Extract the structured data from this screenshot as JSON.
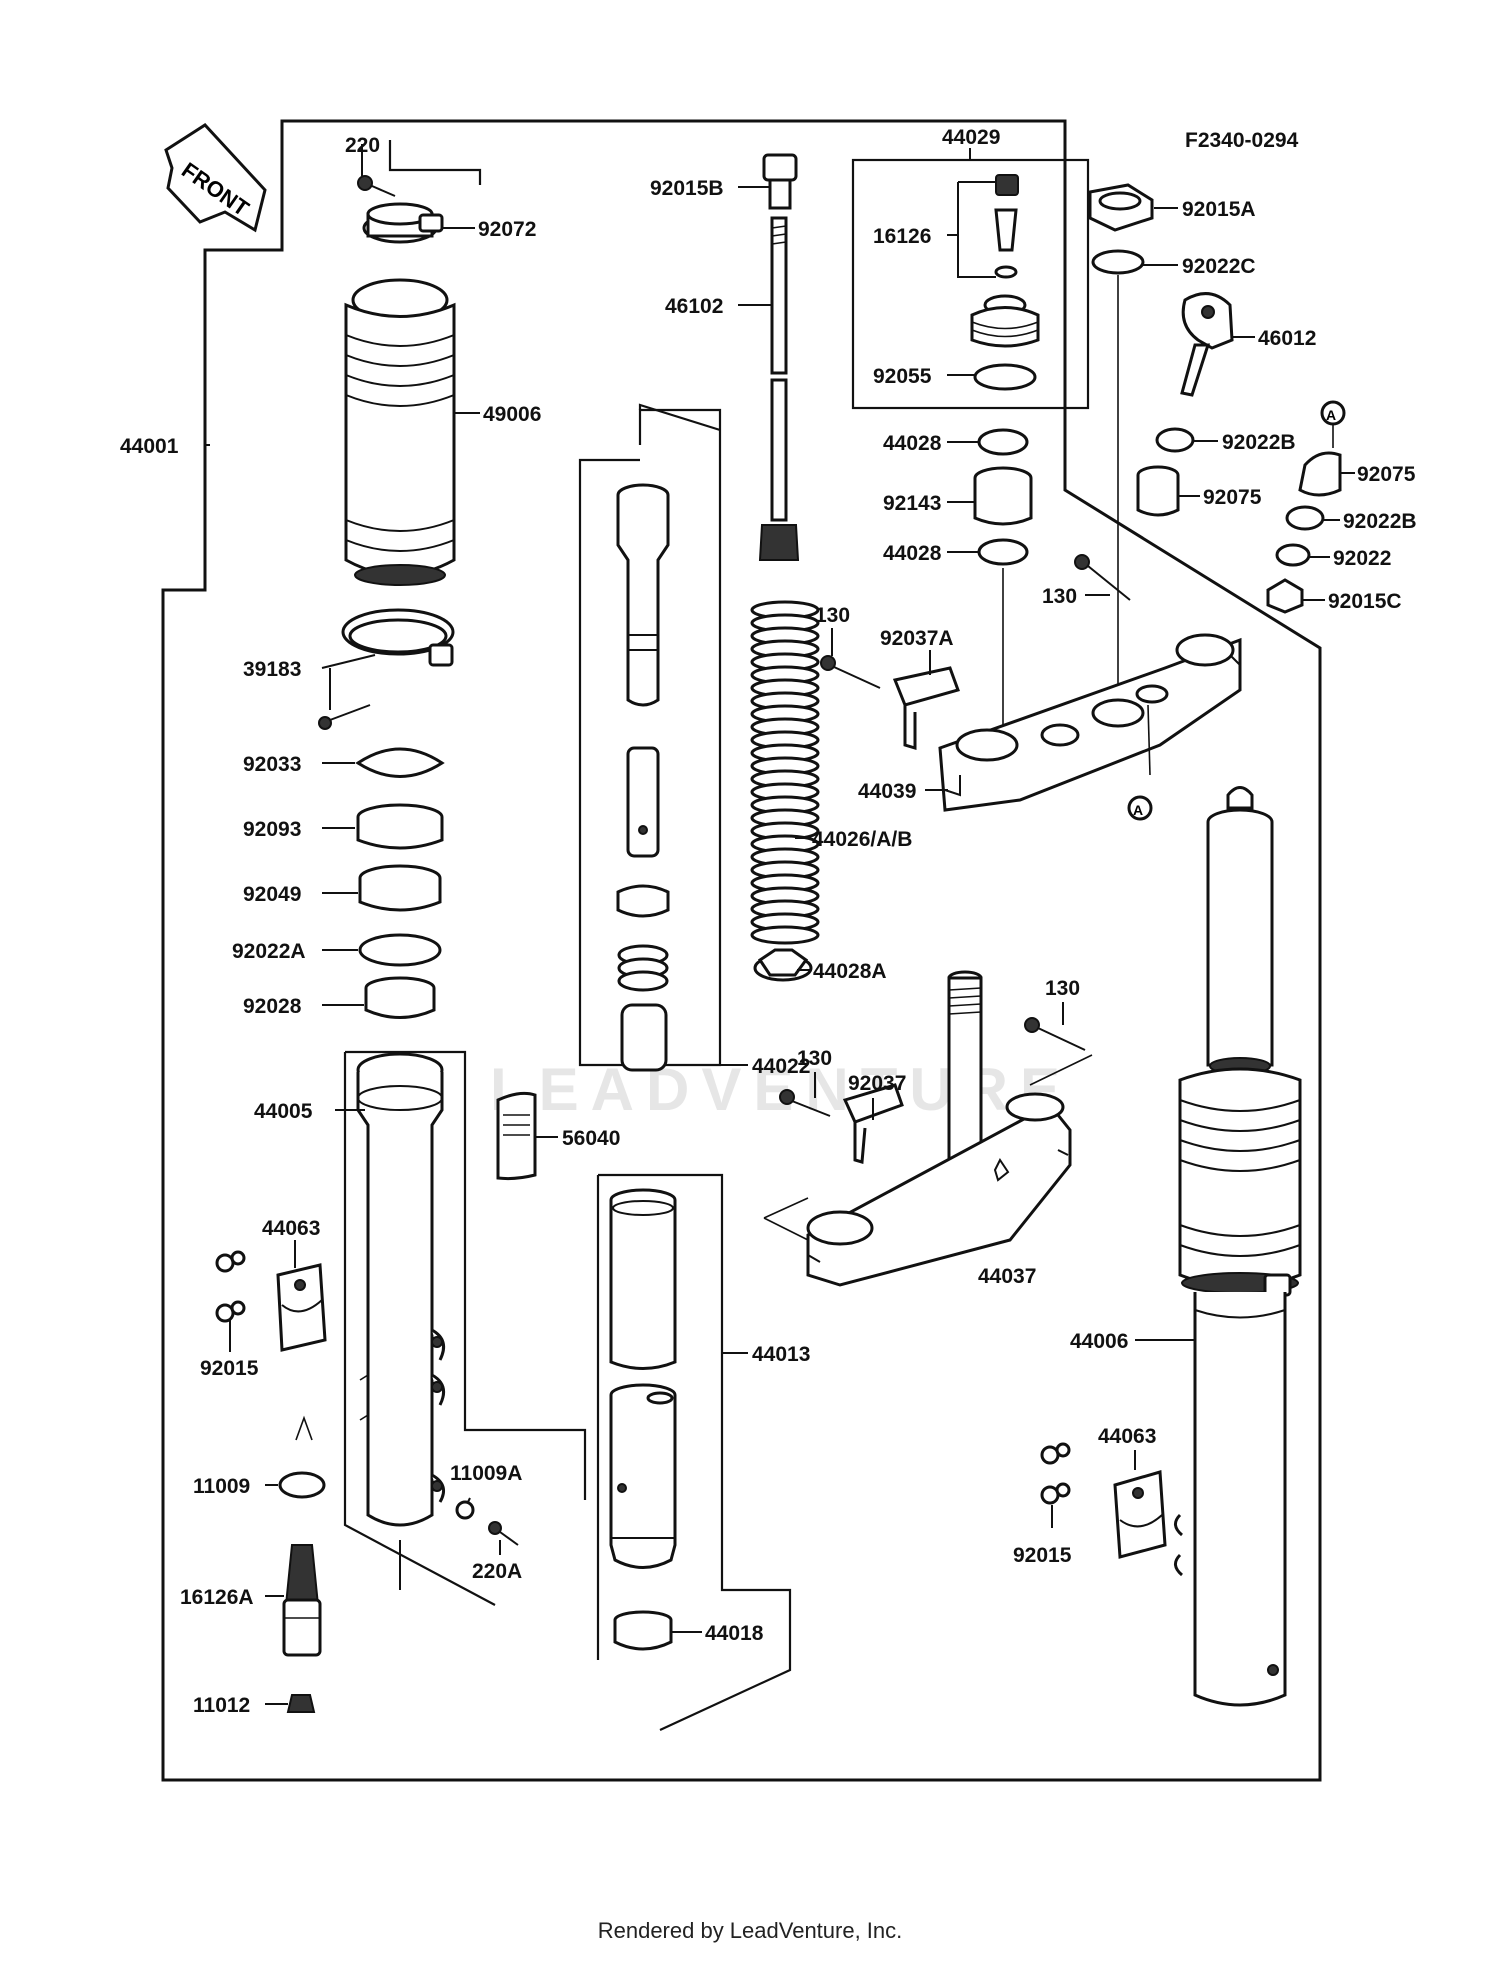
{
  "diagram": {
    "code": "F2340-0294",
    "front_label": "FRONT",
    "watermark": "LEADVENTURE",
    "credit": "Rendered by LeadVenture, Inc.",
    "callouts": {
      "p220": "220",
      "p92072": "92072",
      "p44001": "44001",
      "p49006": "49006",
      "p39183": "39183",
      "p92033": "92033",
      "p92093": "92093",
      "p92049": "92049",
      "p92022A": "92022A",
      "p92028": "92028",
      "p44005": "44005",
      "p44063L": "44063",
      "p92015L": "92015",
      "p11009": "11009",
      "p11009A": "11009A",
      "p220A": "220A",
      "p16126A": "16126A",
      "p11012": "11012",
      "p92015B": "92015B",
      "p46102": "46102",
      "p44022": "44022",
      "p56040": "56040",
      "p44013": "44013",
      "p44018": "44018",
      "p44029": "44029",
      "p16126": "16126",
      "p92055": "92055",
      "p44028a": "44028",
      "p92143": "92143",
      "p44028b": "44028",
      "p44026": "44026/A/B",
      "p44028A": "44028A",
      "p130a": "130",
      "p92037A": "92037A",
      "p44039": "44039",
      "p92015A": "92015A",
      "p92022C": "92022C",
      "p46012": "46012",
      "p92022Ba": "92022B",
      "p92075a": "92075",
      "p92075b": "92075",
      "p92022Bb": "92022B",
      "p92022": "92022",
      "p92015C": "92015C",
      "p130b": "130",
      "p130c": "130",
      "p130d": "130",
      "p92037": "92037",
      "p44037": "44037",
      "p44006": "44006",
      "p44063R": "44063",
      "p92015R": "92015",
      "markA1": "A",
      "markA2": "A"
    }
  }
}
